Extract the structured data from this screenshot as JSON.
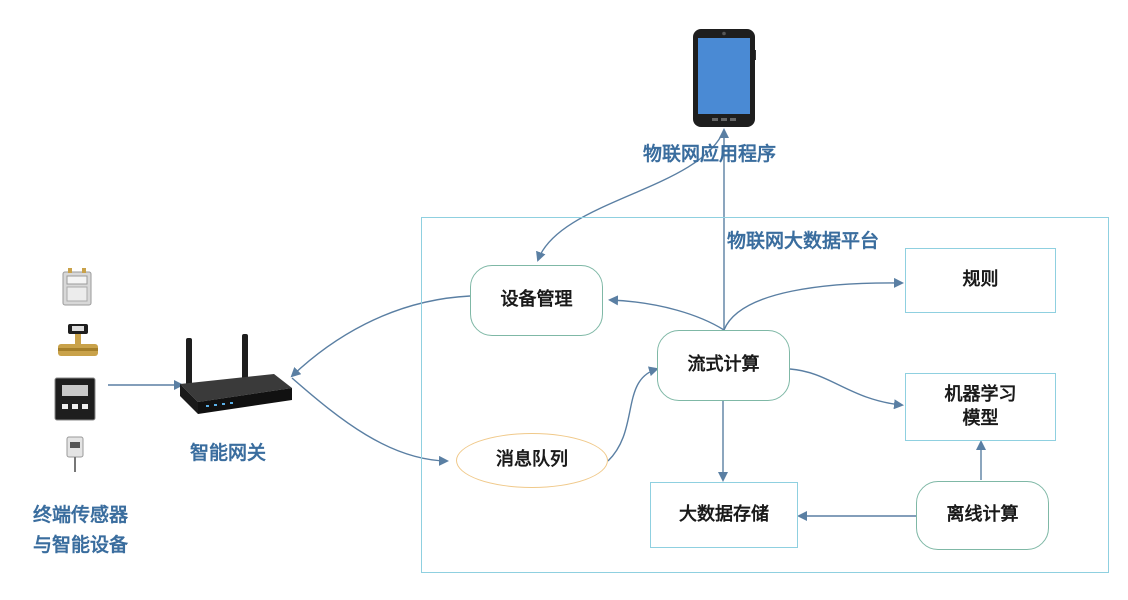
{
  "labels": {
    "app": "物联网应用程序",
    "platform": "物联网大数据平台",
    "gateway": "智能网关",
    "devices_line1": "终端传感器",
    "devices_line2": "与智能设备"
  },
  "nodes": {
    "device_mgmt": "设备管理",
    "stream": "流式计算",
    "rules": "规则",
    "ml_line1": "机器学习",
    "ml_line2": "模型",
    "mq": "消息队列",
    "storage": "大数据存储",
    "offline": "离线计算"
  },
  "colors": {
    "edge": "#5a7fa3",
    "frame": "#8fd0e0",
    "label": "#3a6d9e"
  }
}
